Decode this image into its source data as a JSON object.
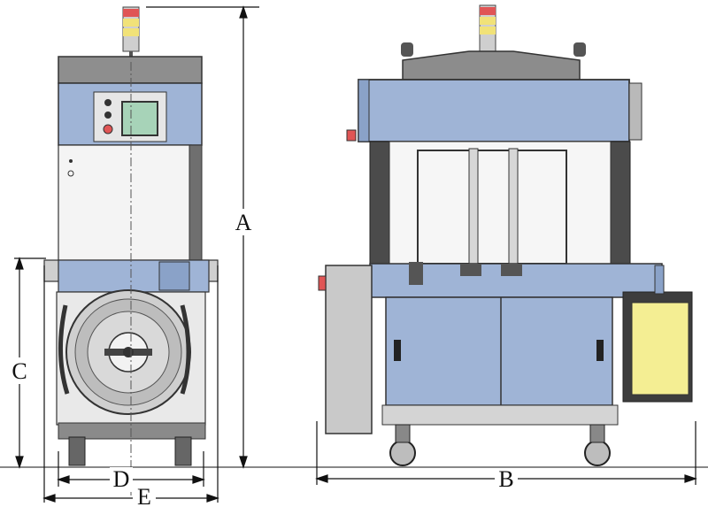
{
  "dimensions": {
    "A": "A",
    "B": "B",
    "C": "C",
    "D": "D",
    "E": "E"
  },
  "colors": {
    "panel_blue": "#9fb4d6",
    "panel_blue_dark": "#8aa2c8",
    "frame_grey": "#c9c9c9",
    "frame_dark": "#5b5b5b",
    "coil_yellow": "#f4ee93",
    "lamp_red": "#e05555",
    "lamp_yellow": "#f1e278"
  }
}
